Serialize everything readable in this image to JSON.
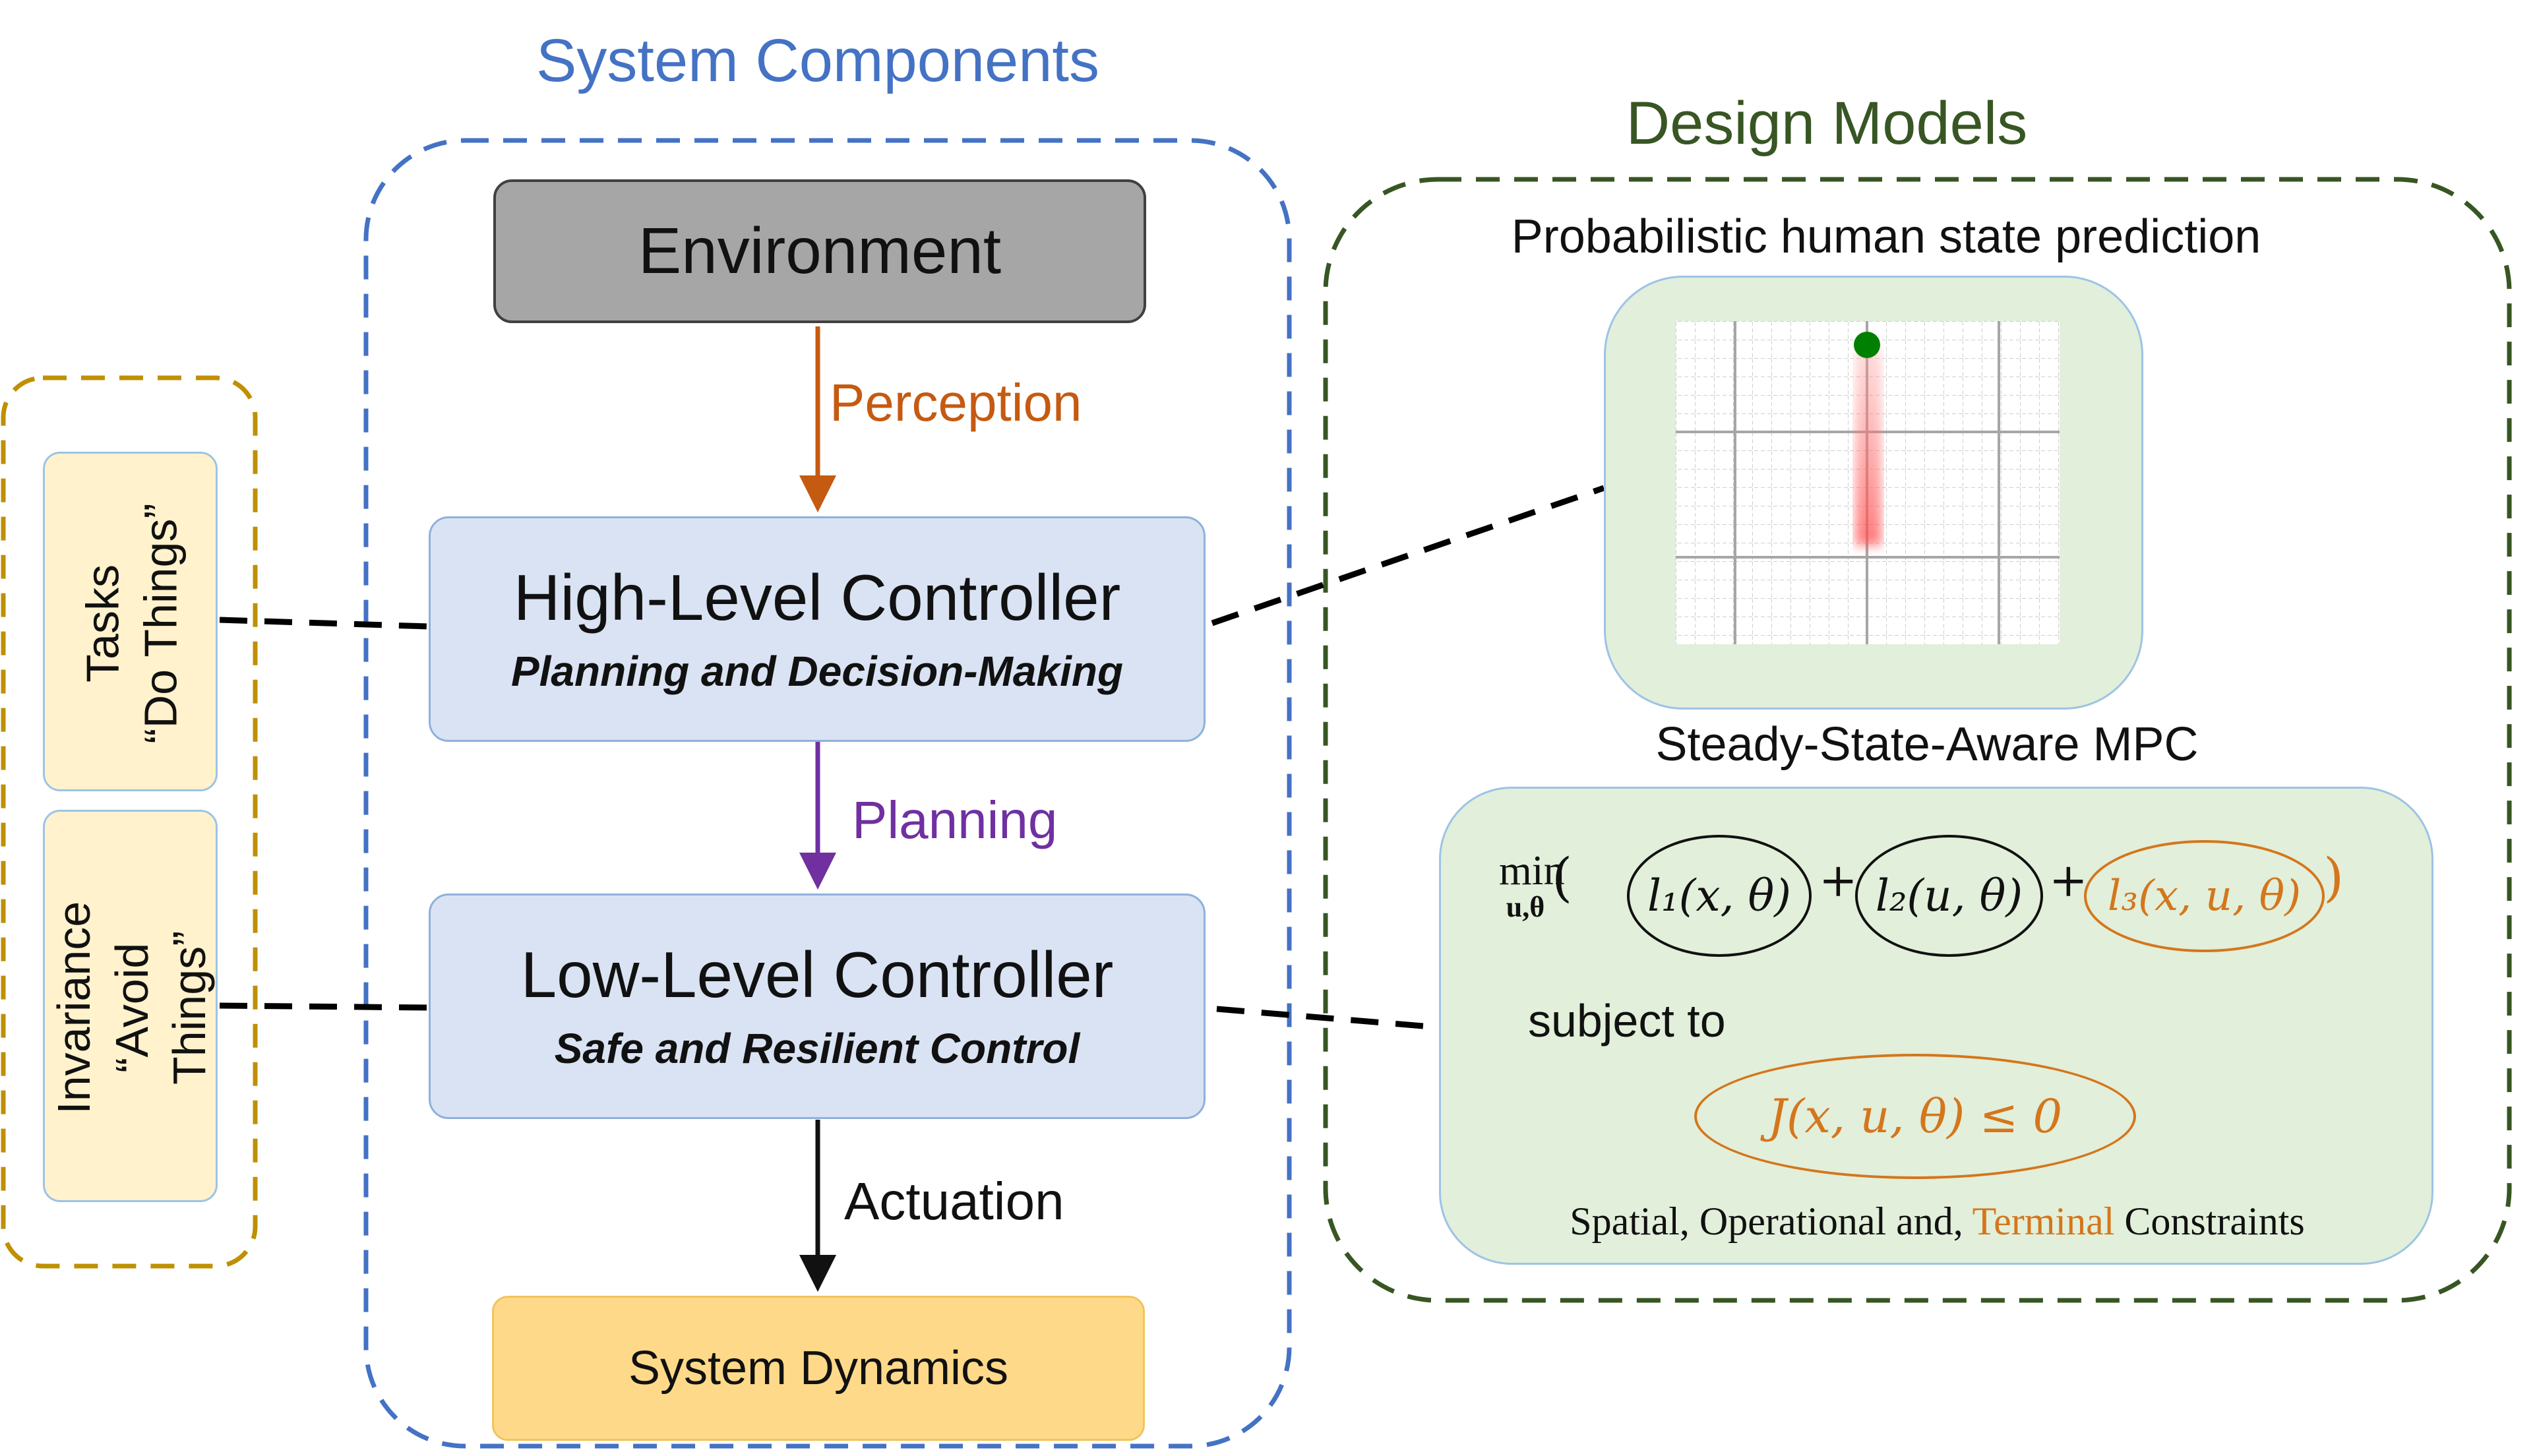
{
  "titles": {
    "system_components": "System Components",
    "design_models": "Design Models"
  },
  "blocks": {
    "environment": "Environment",
    "high_level": {
      "title": "High-Level Controller",
      "subtitle": "Planning and Decision-Making"
    },
    "low_level": {
      "title": "Low-Level Controller",
      "subtitle": "Safe and Resilient Control"
    },
    "system_dynamics": "System Dynamics"
  },
  "arrows": {
    "perception": "Perception",
    "planning": "Planning",
    "actuation": "Actuation"
  },
  "tasks": {
    "tasks_line1": "Tasks",
    "tasks_line2": "“Do Things”",
    "invariance_line1": "Invariance",
    "invariance_line2": "“Avoid",
    "invariance_line3": "Things”"
  },
  "design": {
    "prediction_label": "Probabilistic human state prediction",
    "mpc_label": "Steady-State-Aware MPC",
    "min_label": "min",
    "min_sub": "u,θ",
    "open_paren": "(",
    "close_paren": ")",
    "term1": "l₁(x, θ)",
    "term2": "l₂(u, θ)",
    "term3": "l₃(x, u, θ)",
    "plus": "+",
    "subject_to": "subject to",
    "constraint": "J(x, u, θ) ≤ 0",
    "constraints_prefix": "Spatial, Operational and,",
    "constraints_highlight": "Terminal",
    "constraints_suffix": "Constraints"
  },
  "colors": {
    "system_title": "#4472c4",
    "design_title": "#375623",
    "tasks_border": "#bf9000",
    "perception": "#c55a11",
    "planning": "#7030a0",
    "theta_orange": "#d4761c",
    "environment_fill": "#a6a6a6",
    "controller_fill": "#dae3f3",
    "dynamics_fill": "#ffd98a",
    "task_fill": "#fff2cc",
    "model_fill": "#e2efda"
  }
}
